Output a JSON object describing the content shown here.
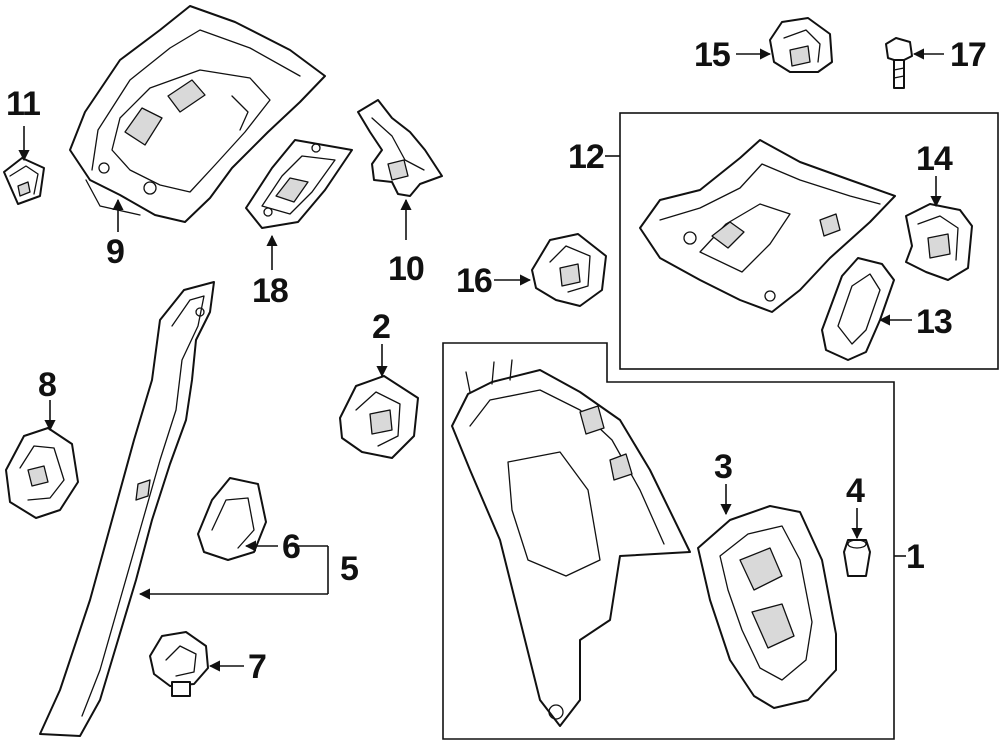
{
  "callouts": {
    "c1": "1",
    "c2": "2",
    "c3": "3",
    "c4": "4",
    "c5": "5",
    "c6": "6",
    "c7": "7",
    "c8": "8",
    "c9": "9",
    "c10": "10",
    "c11": "11",
    "c12": "12",
    "c13": "13",
    "c14": "14",
    "c15": "15",
    "c16": "16",
    "c17": "17",
    "c18": "18"
  },
  "colors": {
    "line": "#111111",
    "background": "#ffffff",
    "shade": "#d9d9d9"
  }
}
